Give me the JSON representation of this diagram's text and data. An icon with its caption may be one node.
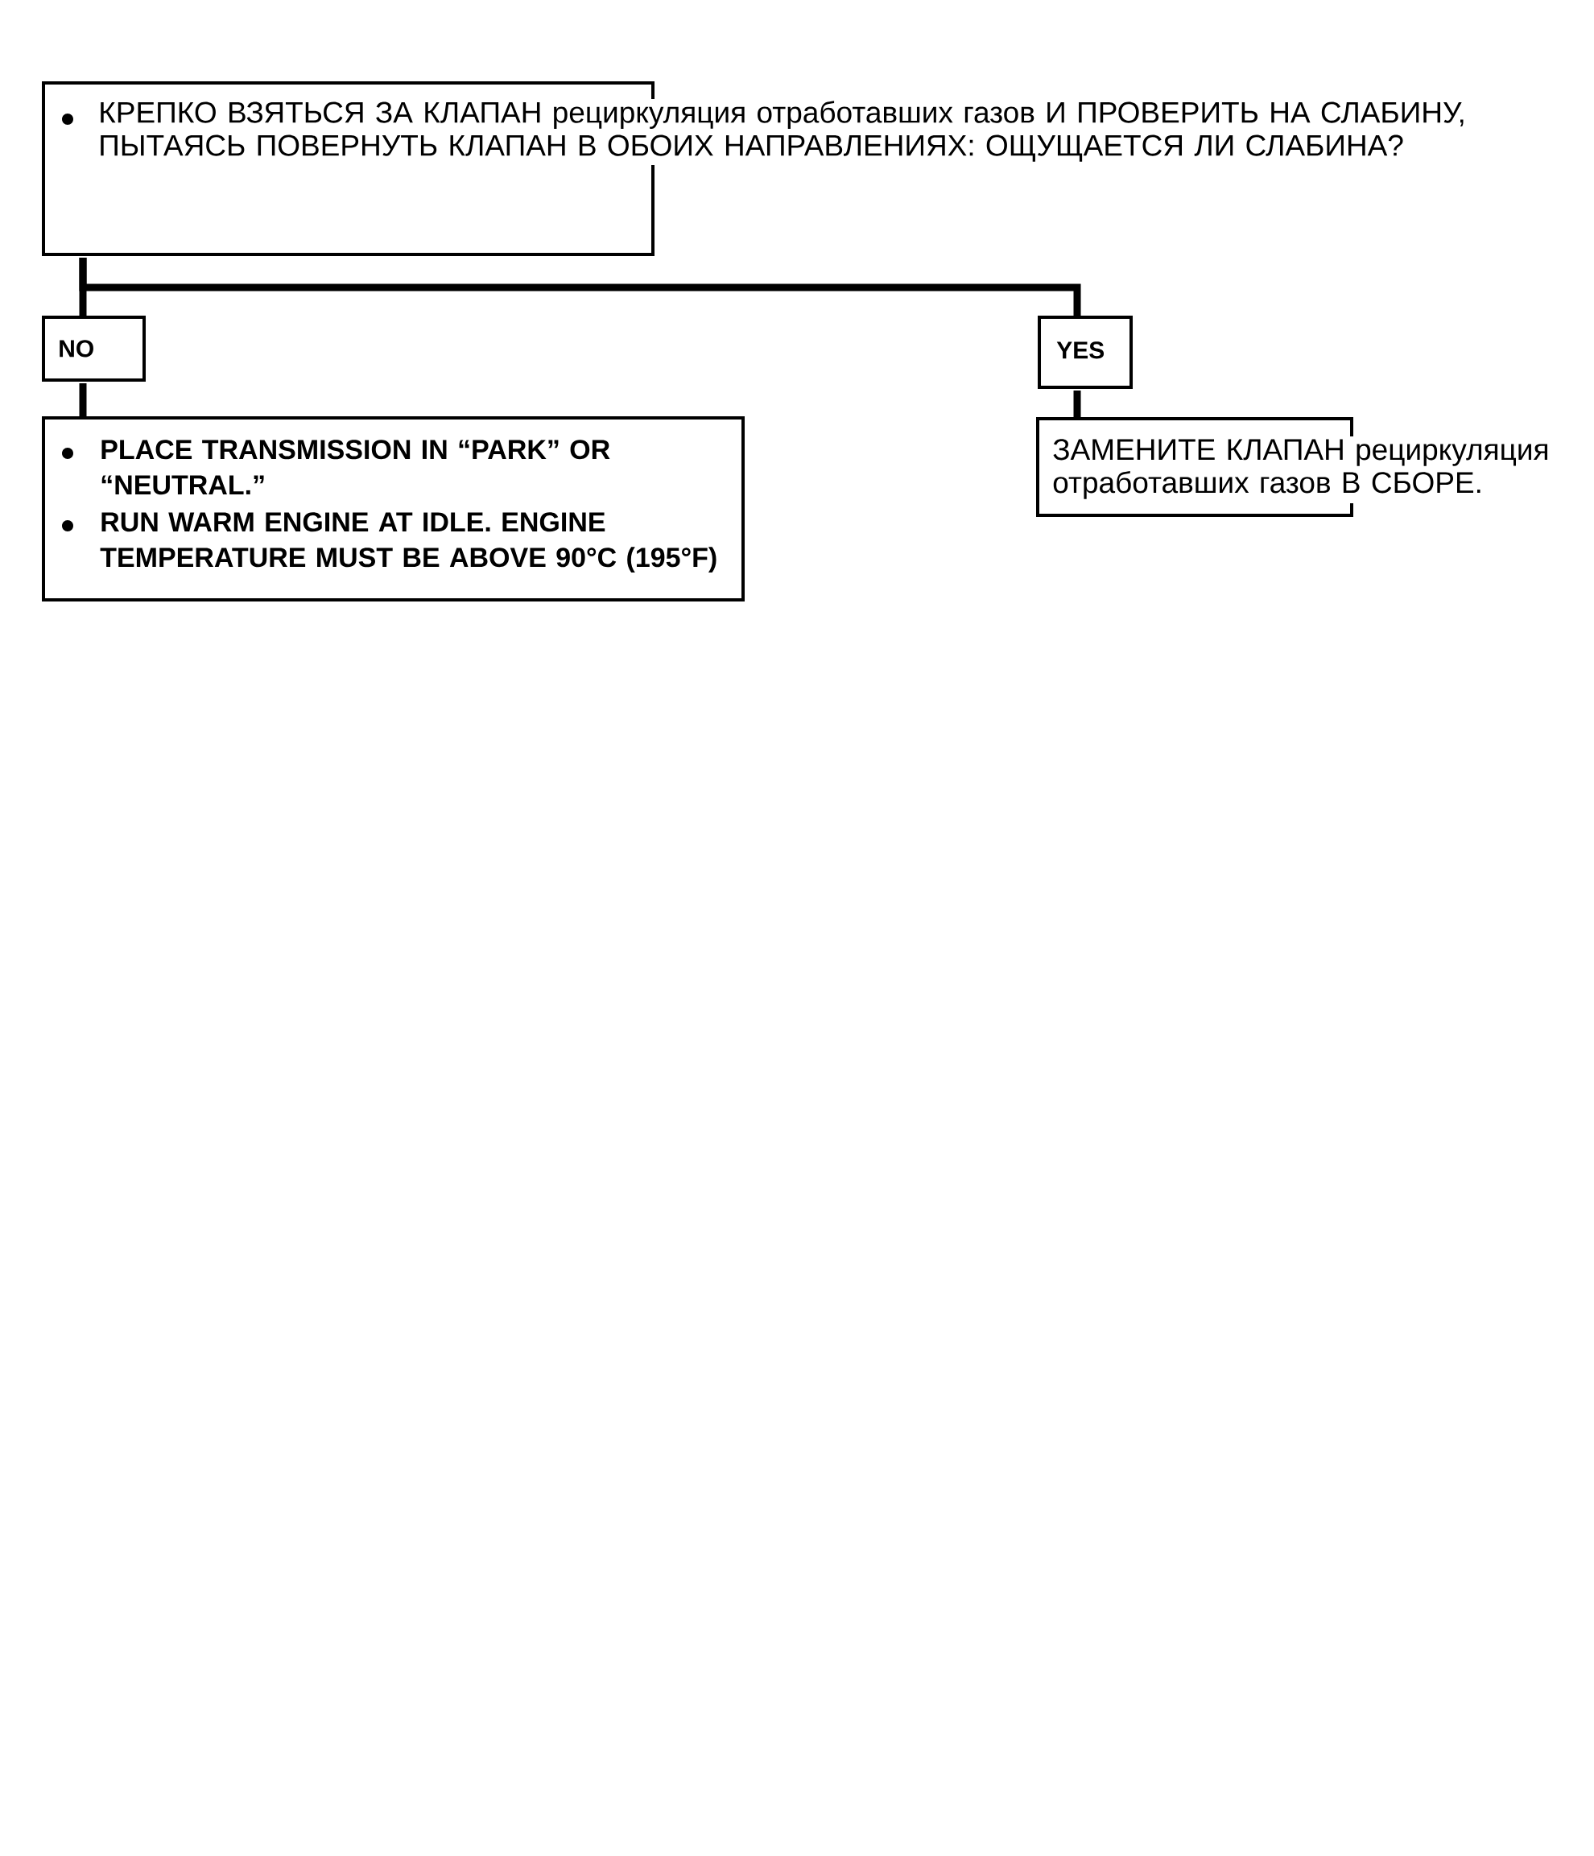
{
  "diagram": {
    "nodes": [
      {
        "text": [
          "КРЕПКО ВЗЯТЬСЯ ЗА КЛАПАН рециркуляция отработавших газов И ПРОВЕРИТЬ НА СЛАБИНУ, ПЫТАЯСЬ ПОВЕРНУТЬ КЛАПАН В ОБОИХ НАПРАВЛЕНИЯХ: ОЩУЩАЕТСЯ ЛИ СЛАБИНА?"
        ]
      },
      {
        "text": [
          "NO"
        ]
      },
      {
        "text": [
          "YES"
        ]
      },
      {
        "text": [
          "PLACE TRANSMISSION IN “PARK” OR “NEUTRAL.”",
          "RUN WARM ENGINE AT IDLE. ENGINE TEMPERATURE MUST BE ABOVE 90°C (195°F)"
        ]
      },
      {
        "text": [
          "ЗАМЕНИТЕ КЛАПАН рециркуляция отработавших газов В СБОРЕ."
        ]
      }
    ],
    "edges": [
      {
        "from": 0,
        "to": 1,
        "arrow": "none"
      },
      {
        "from": 0,
        "to": 2,
        "arrow": "none"
      },
      {
        "from": 1,
        "to": 3,
        "arrow": "none"
      },
      {
        "from": 2,
        "to": 4,
        "arrow": "none"
      }
    ]
  }
}
